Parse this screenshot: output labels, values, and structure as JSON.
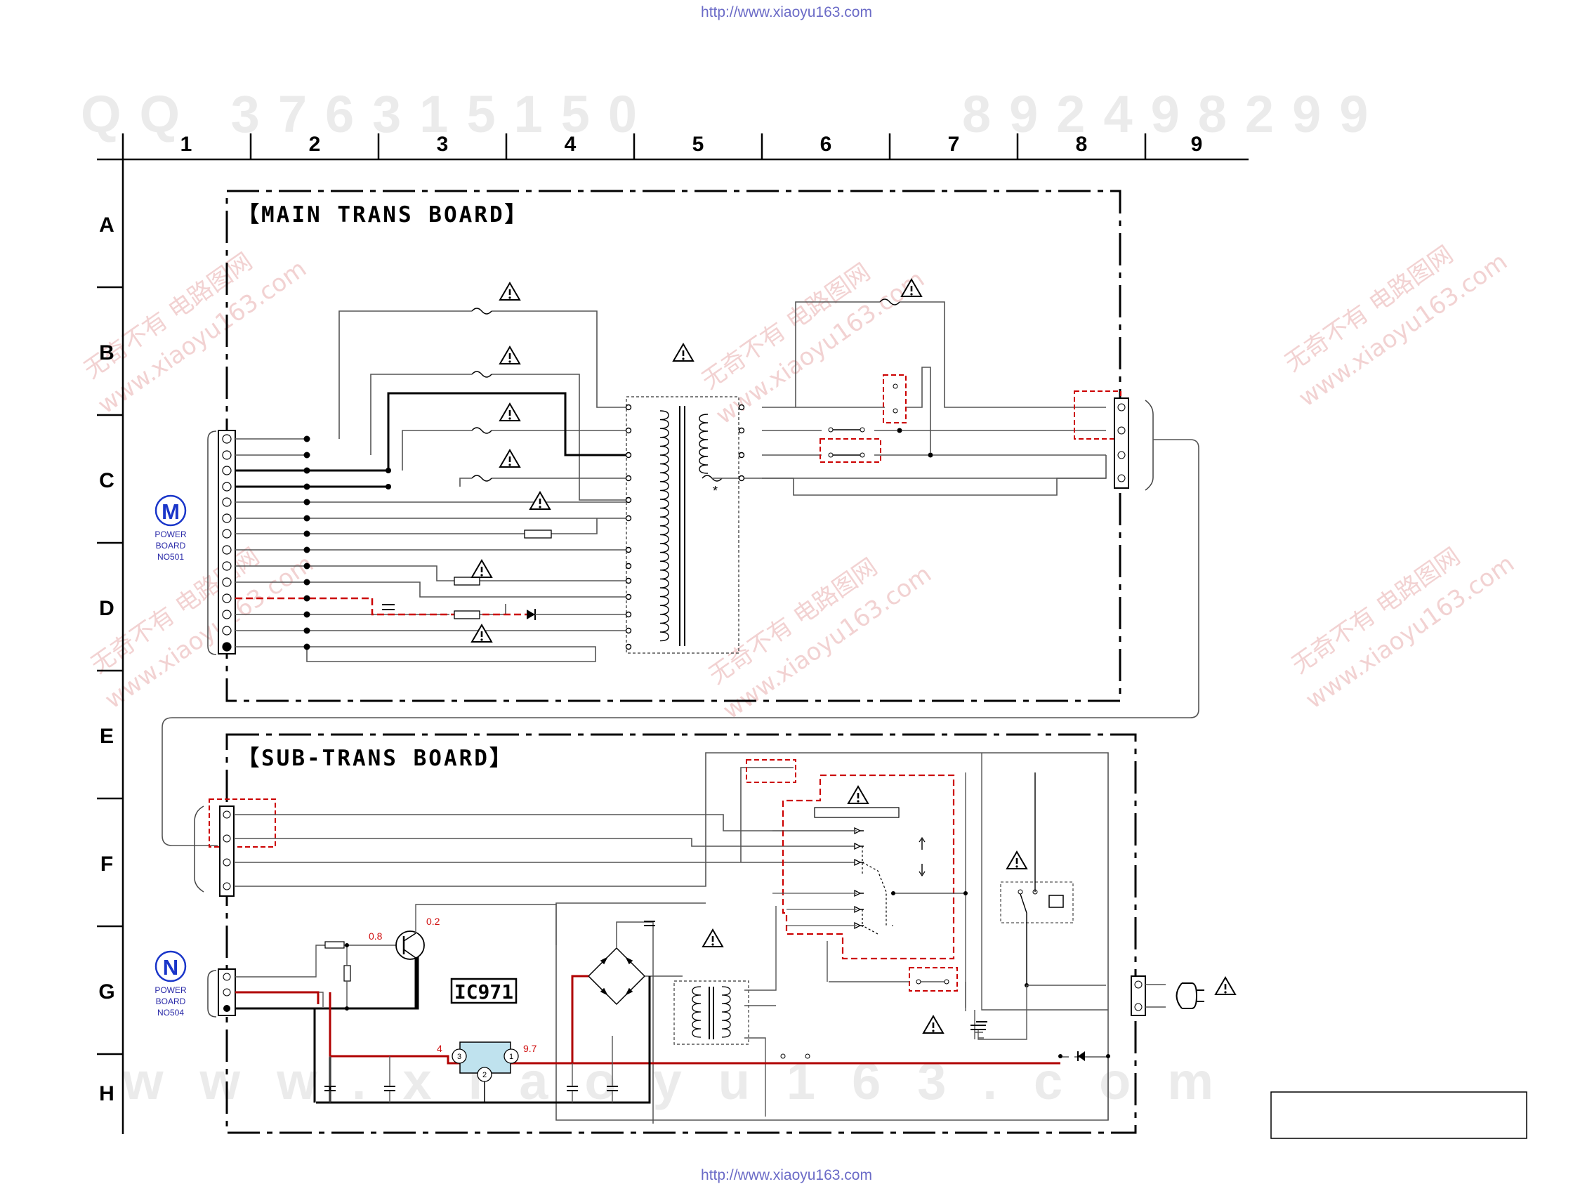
{
  "header": {
    "url": "http://www.xiaoyu163.com"
  },
  "footer": {
    "url": "http://www.xiaoyu163.com"
  },
  "watermarks": {
    "qq_left": "QQ 376315150",
    "qq_right": "892498299",
    "site_bottom": "www.xiaoyu163.com",
    "diagonal_1": "无奇不有 电路图网",
    "diagonal_2": "www.xiaoyu163.com"
  },
  "grid": {
    "columns": [
      "1",
      "2",
      "3",
      "4",
      "5",
      "6",
      "7",
      "8",
      "9"
    ],
    "rows": [
      "A",
      "B",
      "C",
      "D",
      "E",
      "F",
      "G",
      "H"
    ]
  },
  "boards": {
    "main": {
      "title": "【MAIN TRANS BOARD】"
    },
    "sub": {
      "title": "【SUB-TRANS BOARD】"
    }
  },
  "connectors": {
    "main": {
      "letter": "M",
      "line1": "POWER",
      "line2": "BOARD",
      "line3": "NO501"
    },
    "sub": {
      "letter": "N",
      "line1": "POWER",
      "line2": "BOARD",
      "line3": "NO504"
    }
  },
  "ic": {
    "label": "IC971"
  },
  "voltages": {
    "base": "0.8",
    "collector": "0.2",
    "ic_in": "4",
    "ic_out": "9.7"
  },
  "ic_pins": {
    "in": "3",
    "gnd": "2",
    "out": "1"
  },
  "transformer_mark": "*",
  "colors": {
    "line": "#000000",
    "wire": "#555555",
    "highlight": "#cc0000",
    "mark": "#1a36c9"
  }
}
